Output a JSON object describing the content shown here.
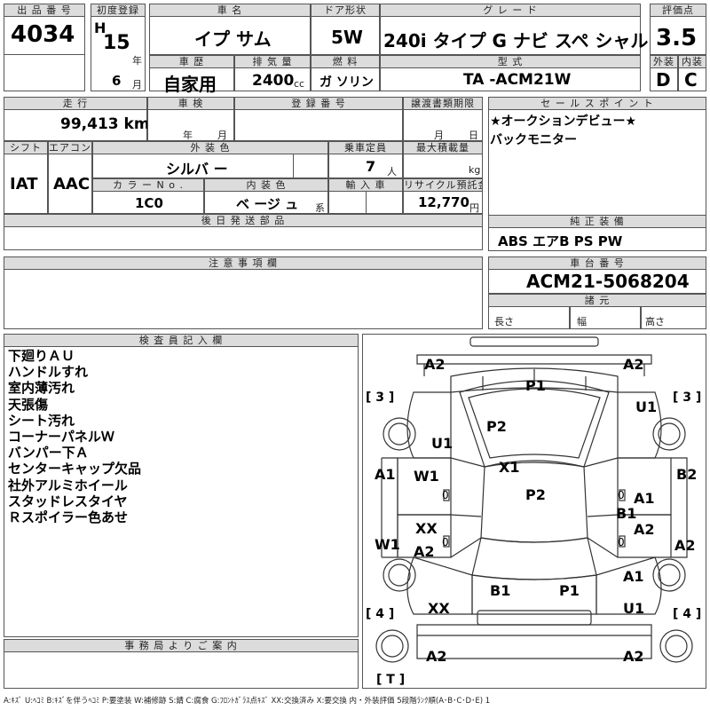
{
  "header": {
    "lot_no_label": "出 品 番 号",
    "lot_no": "4034",
    "first_reg_label": "初度登録",
    "era": "H",
    "year": "15",
    "year_unit": "年",
    "month": "6",
    "month_unit": "月",
    "car_name_label": "車 名",
    "car_name": "イプ サム",
    "door_label": "ドア形状",
    "door": "5W",
    "grade_label": "グ レ ー ド",
    "grade": "240i タイプ G ナビ スペ シャル",
    "score_label": "評価点",
    "score": "3.5",
    "history_label": "車 歴",
    "history": "自家用",
    "displacement_label": "排 気 量",
    "displacement": "2400",
    "displacement_unit": "cc",
    "fuel_label": "燃 料",
    "fuel": "ガ ソリン",
    "model_label": "型 式",
    "model": "TA -ACM21W",
    "exterior_label": "外装",
    "exterior_grade": "D",
    "interior_label": "内装",
    "interior_grade": "C"
  },
  "row2": {
    "mileage_label": "走 行",
    "mileage": "99,413 km",
    "inspection_label": "車 検",
    "year_unit": "年",
    "month_unit": "月",
    "reg_no_label": "登 録 番 号",
    "transfer_label": "譲渡書類期限",
    "day_unit": "日",
    "selling_points_label": "セ ー ル ス ポ イ ン ト",
    "selling_points": [
      "★オークションデビュー★",
      "バックモニター"
    ]
  },
  "row3": {
    "shift_label": "シフト",
    "shift": "IAT",
    "ac_label": "エアコン",
    "ac": "AAC",
    "exterior_color_label": "外 装 色",
    "exterior_color": "シルバ ー",
    "capacity_label": "乗車定員",
    "capacity": "7",
    "capacity_unit": "人",
    "max_load_label": "最大積載量",
    "max_load_unit": "kg",
    "color_no_label": "カ ラ ー N o .",
    "color_no": "1C0",
    "interior_color_label": "内 装 色",
    "interior_color": "ベ ージ ュ",
    "interior_color_unit": "系",
    "import_label": "輸 入 車",
    "recycle_label": "リサイクル預託金",
    "recycle": "12,770",
    "recycle_unit": "円"
  },
  "later_parts_label": "後 日 発 送 部 品",
  "genuine_equipment_label": "純 正 装 備",
  "genuine_equipment": "ABS エアB PS PW",
  "notes_label": "注 意 事 項 欄",
  "chassis_label": "車 台 番 号",
  "chassis_no": "ACM21-5068204",
  "specs_label": "諸 元",
  "length_label": "長さ",
  "width_label": "幅",
  "height_label": "高さ",
  "inspector_label": "検 査 員 記 入 欄",
  "inspector_notes": [
    "下廻りＡＵ",
    "ハンドルすれ",
    "室内薄汚れ",
    "天張傷",
    "シート汚れ",
    "コーナーパネルＷ",
    "バンパー下Ａ",
    "センターキャップ欠品",
    "社外アルミホイール",
    "スタッドレスタイヤ",
    "Ｒスポイラー色あせ"
  ],
  "office_label": "事 務 局 よ り ご 案 内",
  "legend": "A:ｷｽﾞ U:ﾍｺﾐ B:ｷｽﾞを伴うﾍｺﾐ P:要塗装 W:補修跡 S:錆 C:腐食 G:ﾌﾛﾝﾄｶﾞﾗｽ点ｷｽﾞ XX:交換済み X:要交換 内・外装評価 5段階ﾗﾝｸ順(A･B･C･D･E) 1",
  "diagram": {
    "tire_labels": {
      "fl": "[ 3 ]",
      "fr": "[ 3 ]",
      "rl": "[ 4 ]",
      "rr": "[ 4 ]",
      "spare": "[ T ]"
    },
    "marks": {
      "front_bumper_left": "A2",
      "front_bumper_right": "A2",
      "hood": "P1",
      "right_front_fender": "U1",
      "roof_front": "P2",
      "left_front_fender": "U1",
      "windshield": "X1",
      "left_front_door": "A1",
      "right_front_door": "B2",
      "left_front_window": "W1",
      "left_front_marker": "0",
      "roof": "P2",
      "right_front_window": "A1",
      "right_front_marker": "0",
      "right_rear_door": "B1",
      "left_rear_window": "XX",
      "right_rear_window": "A2",
      "left_rear_door": "W1",
      "left_rear_inner": "A2",
      "right_rear_door_edge": "A2",
      "right_rear_inner": "A1",
      "left_rear_marker": "0",
      "right_rear_marker": "0",
      "trunk_left": "B1",
      "trunk_right": "P1",
      "left_rear_fender": "XX",
      "right_rear_fender": "U1",
      "rear_bumper_left": "A2",
      "rear_bumper_right": "A2"
    }
  }
}
